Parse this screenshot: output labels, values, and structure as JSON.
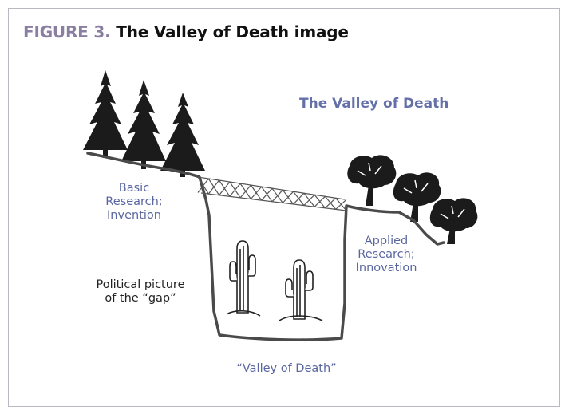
{
  "figure": {
    "label": "FIGURE 3.",
    "title": "The Valley of Death image"
  },
  "diagram": {
    "heading": "The Valley of Death",
    "left_label": [
      "Basic",
      "Research;",
      "Invention"
    ],
    "right_label": [
      "Applied",
      "Research;",
      "Innovation"
    ],
    "political_label": [
      "Political picture",
      "of the “gap”"
    ],
    "valley_label": "“Valley of Death”"
  },
  "colors": {
    "label_blue": "#5a66a0",
    "heading_blue": "#6470a8",
    "figure_label": "#8a7fa0",
    "ground": "#4a4a4a"
  }
}
